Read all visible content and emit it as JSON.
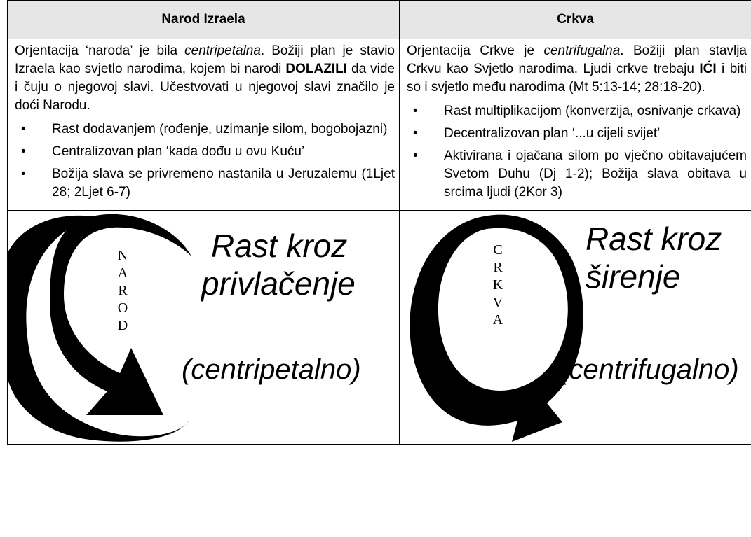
{
  "headers": {
    "left": "Narod Izraela",
    "right": "Crkva"
  },
  "left": {
    "intro": {
      "p1": "Orjentacija ‘naroda’ je bila ",
      "p1_em": "centripetalna",
      "p2": ". Božiji plan je stavio Izraela kao svjetlo narodima, kojem bi narodi ",
      "p2_bold": "DOLAZILI",
      "p3": " da vide i čuju o njegovoj slavi. Učestvovati u njegovoj slavi značilo je doći Narodu."
    },
    "bullets": [
      "Rast dodavanjem (rođenje, uzimanje silom, bogobojazni)",
      "Centralizovan plan ‘kada dođu u ovu Kuću’",
      "Božija slava se privremeno nastanila u Jeruzalemu (1Ljet 28; 2Ljet 6-7)"
    ],
    "vertical_letters": [
      "N",
      "A",
      "R",
      "O",
      "D"
    ],
    "title_line1": "Rast kroz",
    "title_line2": "privlačenje",
    "subtitle": "(centripetalno)"
  },
  "right": {
    "intro": {
      "p1": "Orjentacija Crkve je ",
      "p1_em": "centrifugalna",
      "p2": ". Božiji plan stavlja Crkvu kao Svjetlo narodima. Ljudi crkve trebaju ",
      "p2_bold": "IĆI",
      "p3": " i biti so i svjetlo među narodima (Mt 5:13-14; 28:18-20)."
    },
    "bullets": [
      "Rast multiplikacijom (konverzija, osnivanje crkava)",
      "Decentralizovan plan ‘...u cijeli svijet’",
      "Aktivirana i ojačana silom po vječno obitavajućem Svetom Duhu (Dj 1-2); Božija slava obitava u srcima ljudi (2Kor 3)"
    ],
    "vertical_letters": [
      "C",
      "R",
      "K",
      "V",
      "A"
    ],
    "title_line1": "Rast kroz",
    "title_line2": "širenje",
    "subtitle": "(centrifugalno)"
  },
  "bullet_glyph": "•"
}
